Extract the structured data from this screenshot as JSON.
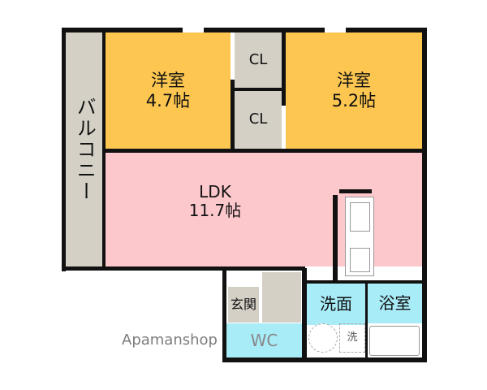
{
  "rooms": {
    "balcony": {
      "label": "バルコニー"
    },
    "western1": {
      "label": "洋室",
      "size": "4.7帖"
    },
    "closet1": {
      "label": "CL"
    },
    "closet2": {
      "label": "CL"
    },
    "western2": {
      "label": "洋室",
      "size": "5.2帖"
    },
    "ldk": {
      "label": "LDK",
      "size": "11.7帖"
    },
    "entrance": {
      "label": "玄関"
    },
    "toilet": {
      "label": "WC"
    },
    "washroom": {
      "label": "洗面"
    },
    "washer": {
      "label": "洗"
    },
    "bathroom": {
      "label": "浴室"
    }
  },
  "watermark": "Apamanshop",
  "colors": {
    "western": "#fcc650",
    "ldk": "#fdc8cc",
    "storage": "#d4d0c6",
    "wet": "#a8ecf8",
    "wall": "#111111"
  }
}
